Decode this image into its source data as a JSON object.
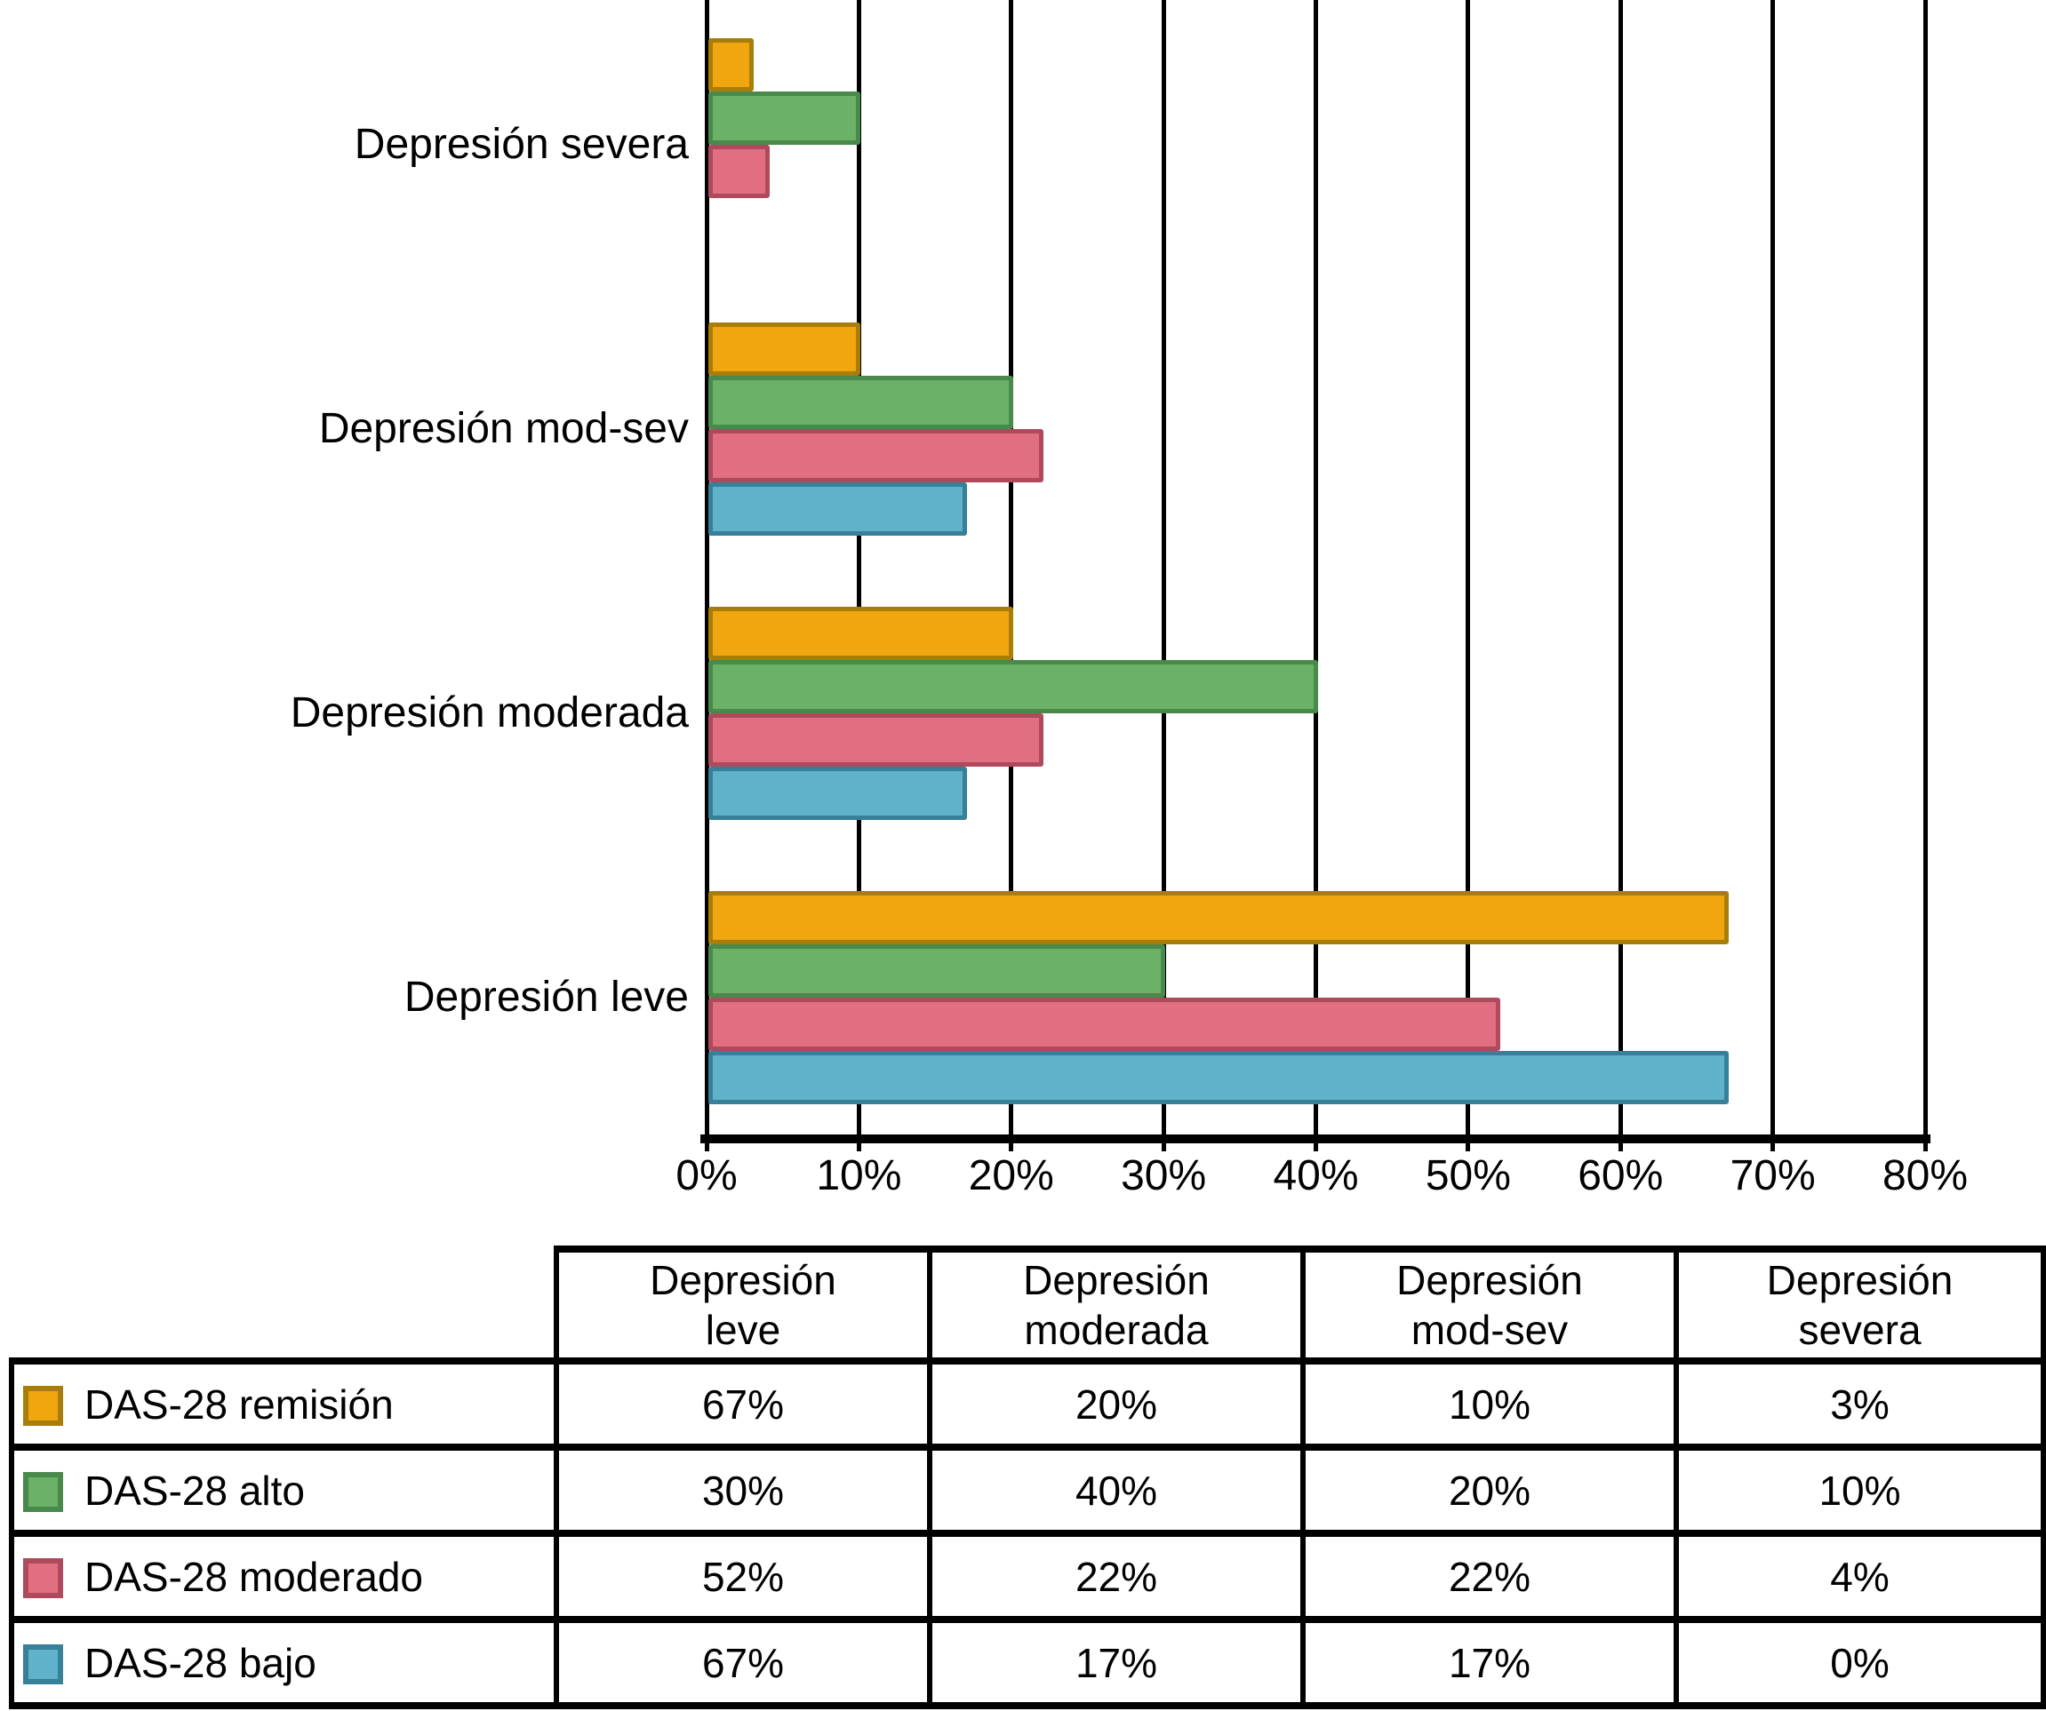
{
  "chart_data": {
    "type": "bar",
    "orientation": "horizontal",
    "title": "",
    "xlabel": "",
    "ylabel": "",
    "xlim": [
      0,
      80
    ],
    "grid": "vertical, every 10%",
    "legend_position": "table below chart",
    "categories_top_to_bottom": [
      "Depresión severa",
      "Depresión mod-sev",
      "Depresión moderada",
      "Depresión leve"
    ],
    "x_tick_labels": [
      "0%",
      "10%",
      "20%",
      "30%",
      "40%",
      "50%",
      "60%",
      "70%",
      "80%"
    ],
    "series": [
      {
        "name": "DAS-28 remisión",
        "fill": "#F0A60E",
        "border": "#A87D0A",
        "values_pct": [
          3,
          10,
          20,
          67
        ]
      },
      {
        "name": "DAS-28 alto",
        "fill": "#6CB168",
        "border": "#49894B",
        "values_pct": [
          10,
          20,
          40,
          30
        ]
      },
      {
        "name": "DAS-28 moderado",
        "fill": "#E26E81",
        "border": "#AF4A5D",
        "values_pct": [
          4,
          22,
          22,
          52
        ]
      },
      {
        "name": "DAS-28 bajo",
        "fill": "#5FB2C9",
        "border": "#36809A",
        "values_pct": [
          0,
          17,
          17,
          67
        ]
      }
    ]
  },
  "table": {
    "columns": [
      "Depresión\nleve",
      "Depresión\nmoderada",
      "Depresión\nmod-sev",
      "Depresión\nsevera"
    ],
    "rows": [
      {
        "label": "DAS-28 remisión",
        "swatch_fill": "#F0A60E",
        "swatch_border": "#A87D0A",
        "values": [
          "67%",
          "20%",
          "10%",
          "3%"
        ]
      },
      {
        "label": "DAS-28 alto",
        "swatch_fill": "#6CB168",
        "swatch_border": "#49894B",
        "values": [
          "30%",
          "40%",
          "20%",
          "10%"
        ]
      },
      {
        "label": "DAS-28 moderado",
        "swatch_fill": "#E26E81",
        "swatch_border": "#AF4A5D",
        "values": [
          "52%",
          "22%",
          "22%",
          "4%"
        ]
      },
      {
        "label": "DAS-28 bajo",
        "swatch_fill": "#5FB2C9",
        "swatch_border": "#36809A",
        "values": [
          "67%",
          "17%",
          "17%",
          "0%"
        ]
      }
    ]
  }
}
